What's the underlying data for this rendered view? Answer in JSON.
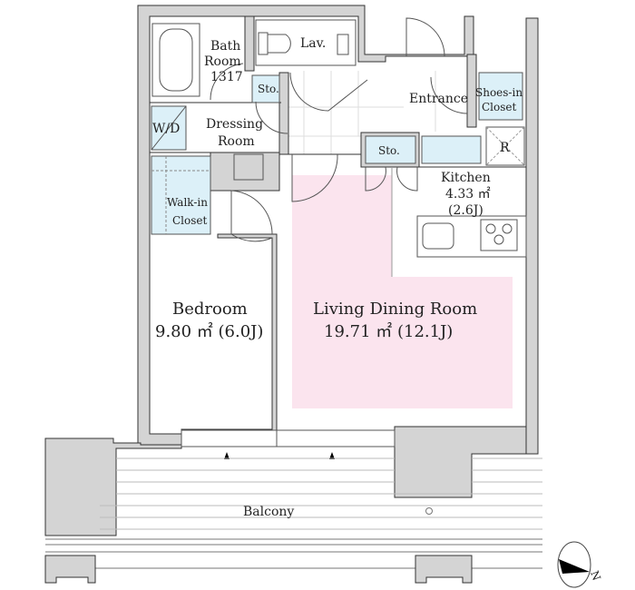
{
  "rooms": {
    "bath": {
      "line1": "Bath",
      "line2": "Room",
      "line3": "1317"
    },
    "lav": "Lav.",
    "sto_small": "Sto.",
    "sto_hall": "Sto.",
    "wd": "W/D",
    "dressing": {
      "line1": "Dressing",
      "line2": "Room"
    },
    "entrance": "Entrance",
    "shoes": {
      "line1": "Shoes-in",
      "line2": "Closet"
    },
    "refrigerator": "R",
    "kitchen": {
      "name": "Kitchen",
      "area": "4.33 ㎡",
      "tatami": "(2.6J)"
    },
    "walkin": {
      "line1": "Walk-in",
      "line2": "Closet"
    },
    "bedroom": {
      "name": "Bedroom",
      "area": "9.80 ㎡ (6.0J)"
    },
    "ldr": {
      "name": "Living Dining Room",
      "area": "19.71 ㎡ (12.1J)"
    },
    "balcony": "Balcony"
  },
  "compass": {
    "label": "N"
  },
  "colors": {
    "ldr": "#fbe4ee",
    "storage": "#dcf0f8",
    "wall": "#d4d4d4"
  }
}
